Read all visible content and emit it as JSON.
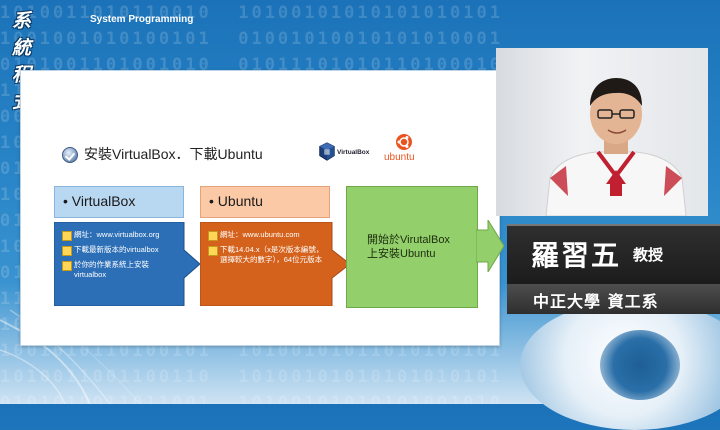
{
  "header": {
    "logo_main": "系統程式",
    "logo_sub": "System Programming"
  },
  "background": {
    "binary_rows": [
      "1010011010110010  10100101010101010101",
      "1001001010100101  01001010010101010001",
      "0101001101001010  01011101010110100010",
      "1100101010101001  10100101010101010101",
      "0011001010110010  10101001101010100101",
      "1010100101010101  01010101001010100110",
      "0101010100101010  10010101011010101001",
      "1010010101001101  10101010101001010101",
      "0100101010101010  01010010101010100101",
      "1001011100110010  10100101010101010101",
      "0110101001010101  01010101001010101001",
      "1100101010010101  10101010100101010101",
      "1010100101010110  01011010101010101010",
      "1001010110100101  10100101011010100101",
      "1010011001100110  10100101010101010101",
      "0101010011011001  10100101010101001010"
    ]
  },
  "slide": {
    "title": "安裝VirtualBox．下載Ubuntu",
    "virtualbox_logo_text": "VirtualBox",
    "ubuntu_logo_text": "ubuntu",
    "virtualbox_box": {
      "heading": "• VirtualBox",
      "items": [
        "網址：www.virtualbox.org",
        "下載最新版本的virtualbox",
        "於你的作業系統上安裝virtualbox"
      ]
    },
    "ubuntu_box": {
      "heading": "• Ubuntu",
      "items": [
        "網址：www.ubuntu.com",
        "下載14.04.x（x是次版本編號，選擇較大的數字），64位元版本"
      ]
    },
    "green_box": {
      "line1": "開始於VirutalBox",
      "line2": "上安裝Ubuntu"
    }
  },
  "presenter": {
    "name": "羅習五",
    "title": "教授",
    "department": "中正大學 資工系"
  },
  "colors": {
    "background_blue": "#2a86c8",
    "vb_heading_fill": "#b8d7f1",
    "vb_arrow_fill": "#2c6fb7",
    "ub_heading_fill": "#fbc9a6",
    "ub_arrow_fill": "#d4621c",
    "green_box_fill": "#93cf6a",
    "nameplate_fill": "#222222",
    "ubuntu_orange": "#e95420"
  }
}
